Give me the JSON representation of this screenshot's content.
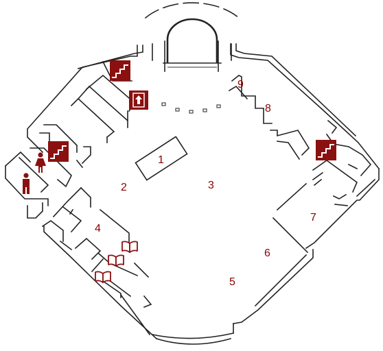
{
  "map": {
    "room_labels": [
      "1",
      "2",
      "3",
      "4",
      "5",
      "6",
      "7",
      "8",
      "9"
    ]
  },
  "icons": {
    "stairs": "stairs-icon",
    "elevator": "elevator-up-icon",
    "restroom_women": "women-restroom-icon",
    "restroom_men": "men-restroom-icon",
    "books": "book-icon"
  },
  "colors": {
    "accent": "#8b1010",
    "walls": "#222222",
    "background": "#ffffff"
  }
}
